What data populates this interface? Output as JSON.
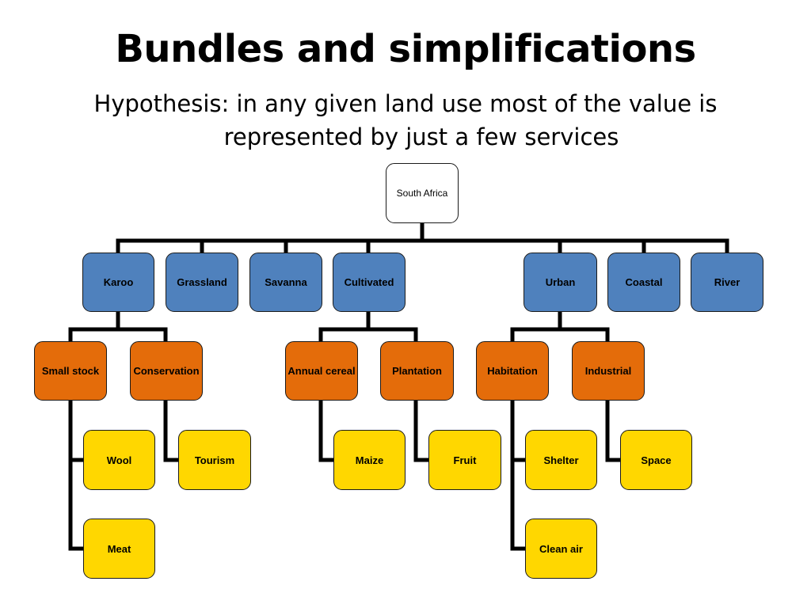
{
  "slide": {
    "title": "Bundles and simplifications",
    "subtitle_line1": "Hypothesis: in any given land use most of the value is",
    "subtitle_line2": "represented by just a few services"
  },
  "diagram": {
    "root": "South Africa",
    "land_uses": {
      "karoo": "Karoo",
      "grassland": "Grassland",
      "savanna": "Savanna",
      "cultivated": "Cultivated",
      "urban": "Urban",
      "coastal": "Coastal",
      "river": "River"
    },
    "sub_uses": {
      "small_stock": "Small stock",
      "conservation": "Conservation",
      "annual_cereal": "Annual cereal",
      "plantation": "Plantation",
      "habitation": "Habitation",
      "industrial": "Industrial"
    },
    "services": {
      "wool": "Wool",
      "meat": "Meat",
      "tourism": "Tourism",
      "maize": "Maize",
      "fruit": "Fruit",
      "shelter": "Shelter",
      "clean_air": "Clean air",
      "space": "Space"
    },
    "colors": {
      "root": "#ffffff",
      "land_use": "#4f81bd",
      "sub_use": "#e46c0a",
      "service": "#ffd700",
      "connector": "#000000"
    }
  }
}
